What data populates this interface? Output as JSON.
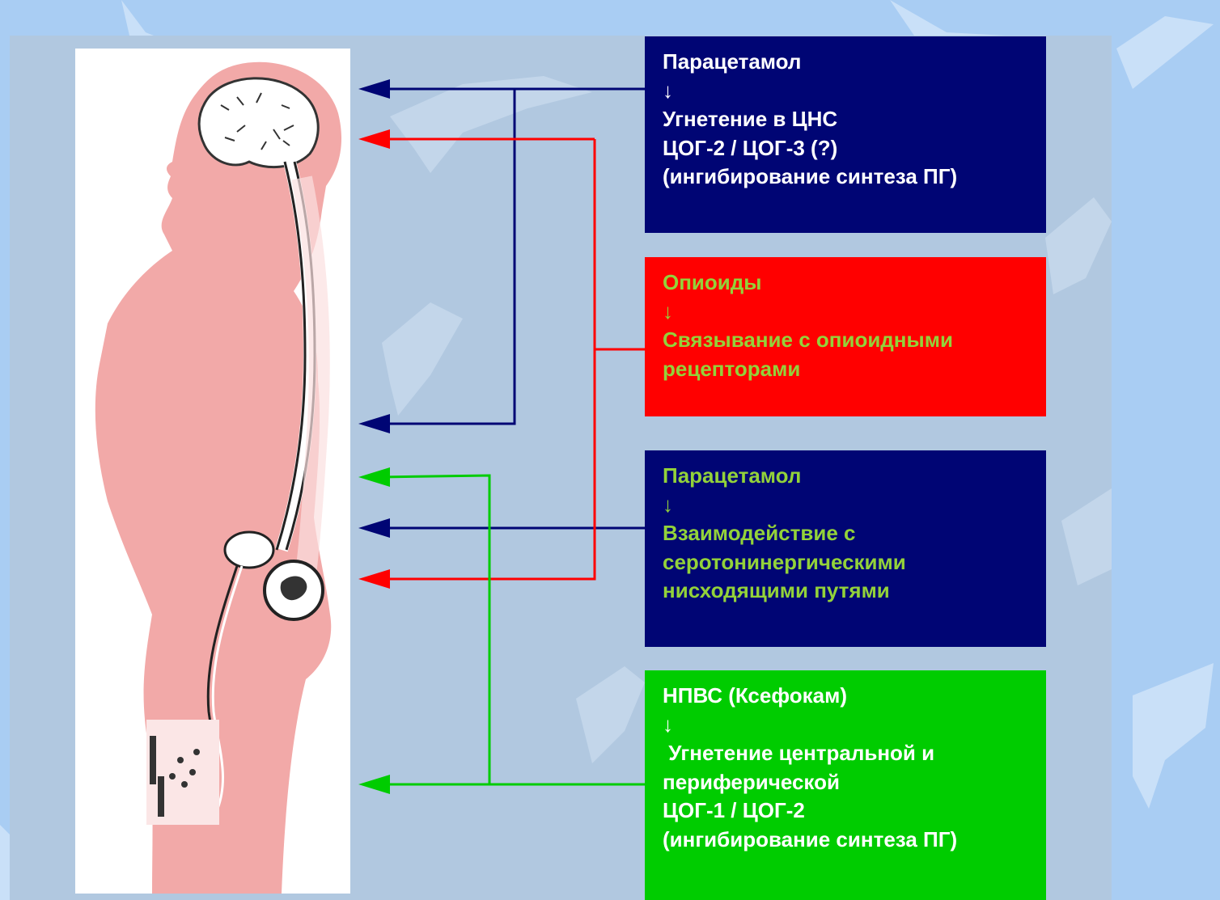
{
  "colors": {
    "background": "#a9cdf3",
    "panel": "#b1c8e0",
    "navy": "#000574",
    "red": "#ff0000",
    "green": "#00cc00",
    "olive_text": "#93d23a",
    "skin": "#f2a9a8"
  },
  "boxes": {
    "paracetamol_cns": {
      "drug": "Парацетамол",
      "arrow": "↓",
      "effect_1": "Угнетение в ЦНС",
      "effect_2": "ЦОГ-2 / ЦОГ-3 (?)",
      "effect_3": "(ингибирование синтеза ПГ)"
    },
    "opioids": {
      "drug": "Опиоиды",
      "arrow": "↓",
      "effect_1": "Связывание с опиоидными",
      "effect_2": "рецепторами"
    },
    "paracetamol_serotonin": {
      "drug": "Парацетамол",
      "arrow": "↓",
      "effect_1": "Взаимодействие с",
      "effect_2": "серотонинергическими",
      "effect_3": "нисходящими путями"
    },
    "nsaid": {
      "drug": "НПВС (Ксефокам)",
      "arrow": "↓",
      "effect_1": " Угнетение центральной и",
      "effect_2": "периферической",
      "effect_3": "ЦОГ-1 / ЦОГ-2",
      "effect_4": "(ингибирование синтеза ПГ)"
    }
  }
}
